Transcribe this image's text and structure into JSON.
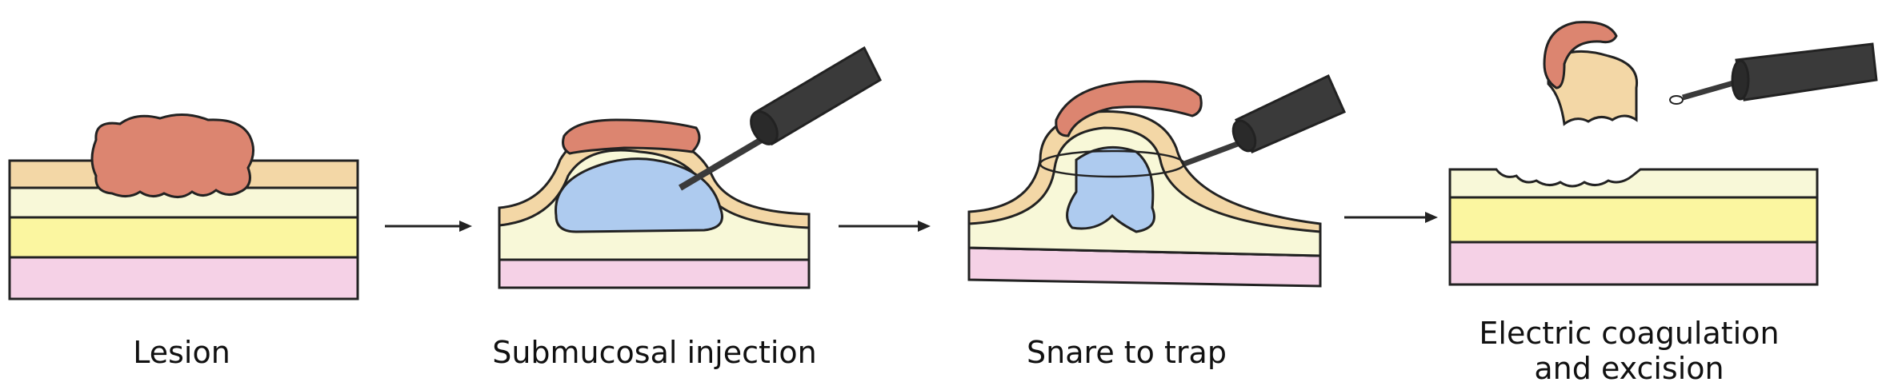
{
  "steps": [
    {
      "label": "Lesion"
    },
    {
      "label": "Submucosal injection"
    },
    {
      "label": "Snare to trap"
    },
    {
      "label_line1": "Electric coagulation",
      "label_line2": "and excision"
    }
  ],
  "colors": {
    "lesion": "#dc8570",
    "mucosa_orange": "#f3d7a6",
    "mucosa_cream": "#f8f8d8",
    "yellow": "#fbf6a0",
    "pink": "#f5d1e6",
    "injection_blue": "#aecbef",
    "instrument": "#3a3a3a"
  }
}
